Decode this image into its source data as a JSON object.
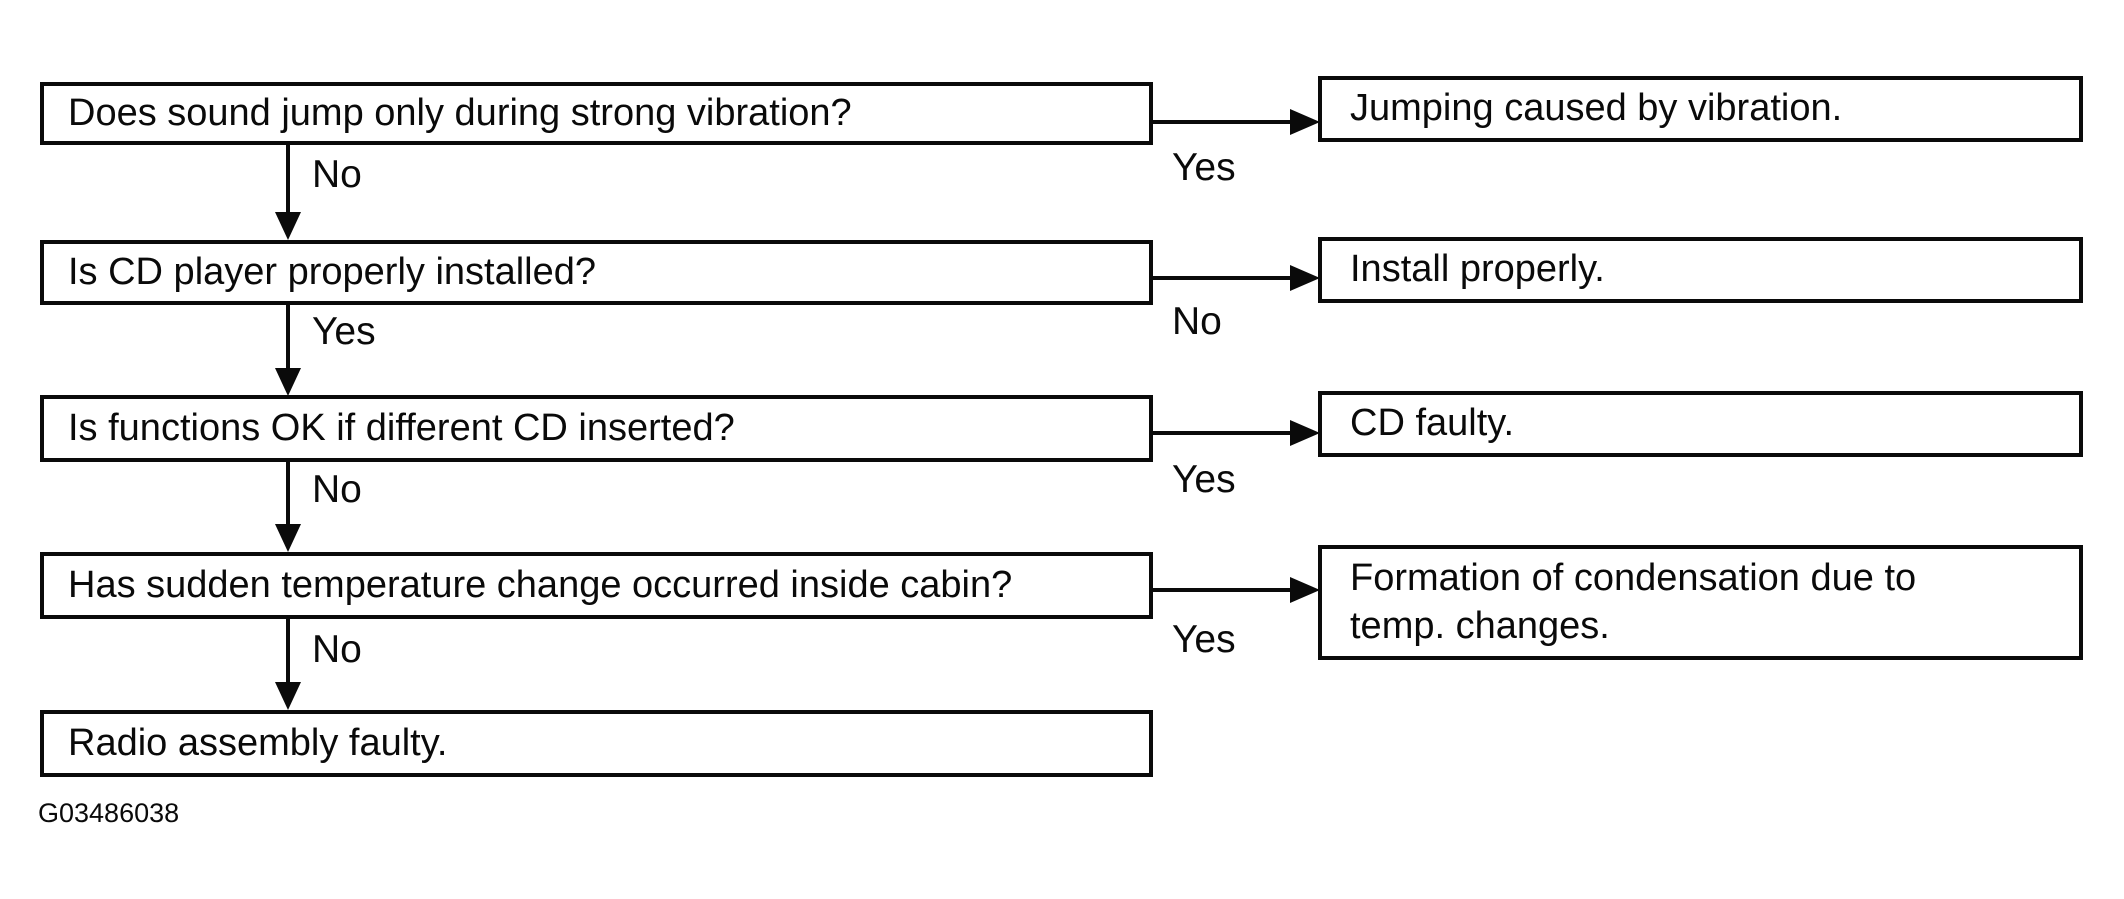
{
  "diagram": {
    "title_semantic": "CD player sound-jump troubleshooting flowchart",
    "figure_code": "G03486038",
    "questions": [
      {
        "text": "Does sound jump only during strong vibration?",
        "down_label": "No",
        "side_label": "Yes"
      },
      {
        "text": "Is CD player properly installed?",
        "down_label": "Yes",
        "side_label": "No"
      },
      {
        "text": "Is functions OK if different CD inserted?",
        "down_label": "No",
        "side_label": "Yes"
      },
      {
        "text": "Has sudden temperature change occurred inside cabin?",
        "down_label": "No",
        "side_label": "Yes"
      }
    ],
    "results": [
      {
        "text": "Jumping caused by vibration."
      },
      {
        "text": "Install properly."
      },
      {
        "text": "CD faulty."
      },
      {
        "text": "Formation of condensation due to temp. changes."
      }
    ],
    "final": {
      "text": "Radio assembly faulty."
    }
  }
}
